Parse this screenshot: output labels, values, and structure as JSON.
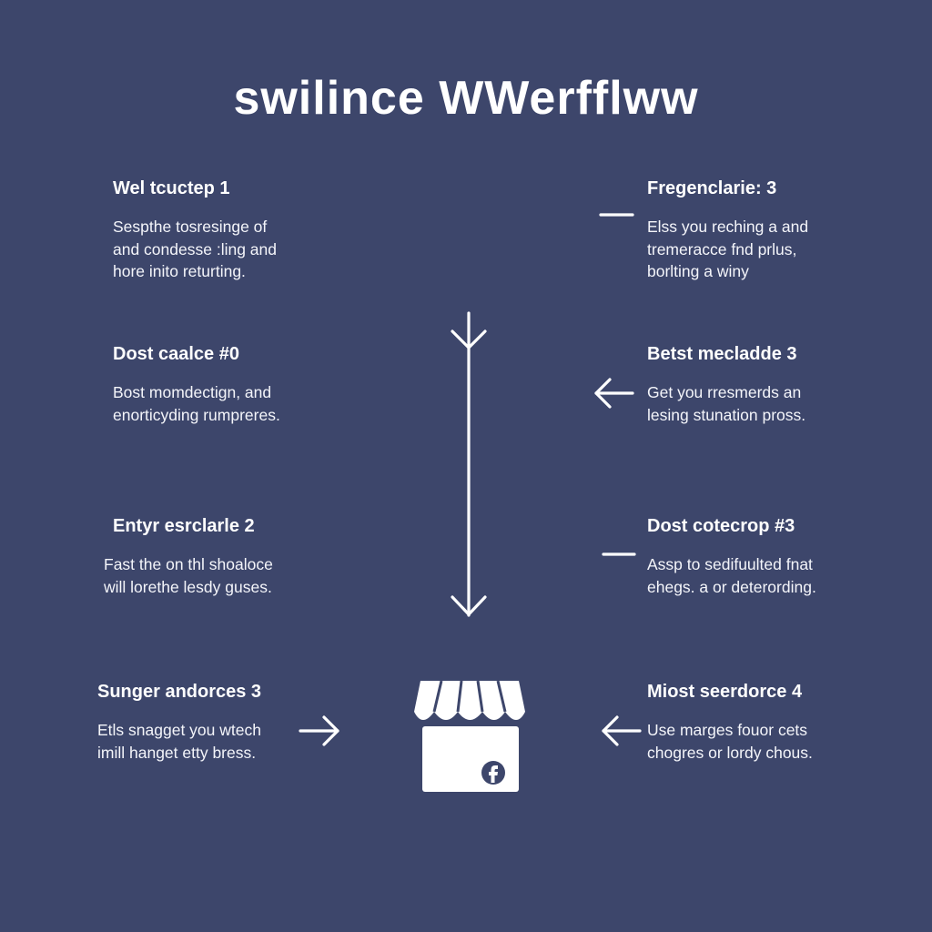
{
  "title": "swilince WWerfflww",
  "steps": [
    {
      "title": "Wel tcuctep 1",
      "lines": [
        "Sespthe tosresinge of",
        "and condesse :ling and",
        "hore inito returting."
      ]
    },
    {
      "title": "Fregenclarie: 3",
      "lines": [
        "Elss you reching a and",
        "tremeracce fnd prlus,",
        "borlting a winy"
      ]
    },
    {
      "title": "Dost caalce #0",
      "lines": [
        "Bost momdectign, and",
        "enorticyding rumpreres."
      ]
    },
    {
      "title": "Betst mecladde 3",
      "lines": [
        "Get you rresmerds an",
        "lesing stunation pross."
      ]
    },
    {
      "title": "Entyr esrclarle  2",
      "lines": [
        "Fast the on thl shoaloce",
        "will lorethe lesdy guses."
      ]
    },
    {
      "title": "Dost cotecrop #3",
      "lines": [
        "Assp to sedifuulted fnat",
        "ehegs. a or deterording."
      ]
    },
    {
      "title": "Sunger andorces 3",
      "lines": [
        "Etls snagget you wtech",
        "imill hanget etty bress."
      ]
    },
    {
      "title": "Miost seerdorce 4",
      "lines": [
        "Use marges fouor cets",
        "chogres or lordy chous."
      ]
    }
  ],
  "icons": [
    "arrow-down-icon",
    "arrow-left-icon",
    "arrow-right-icon",
    "dash-icon",
    "storefront-icon",
    "facebook-icon"
  ],
  "colors": {
    "background": "#3d466b",
    "foreground": "#ffffff",
    "badge": "#3d466b"
  }
}
